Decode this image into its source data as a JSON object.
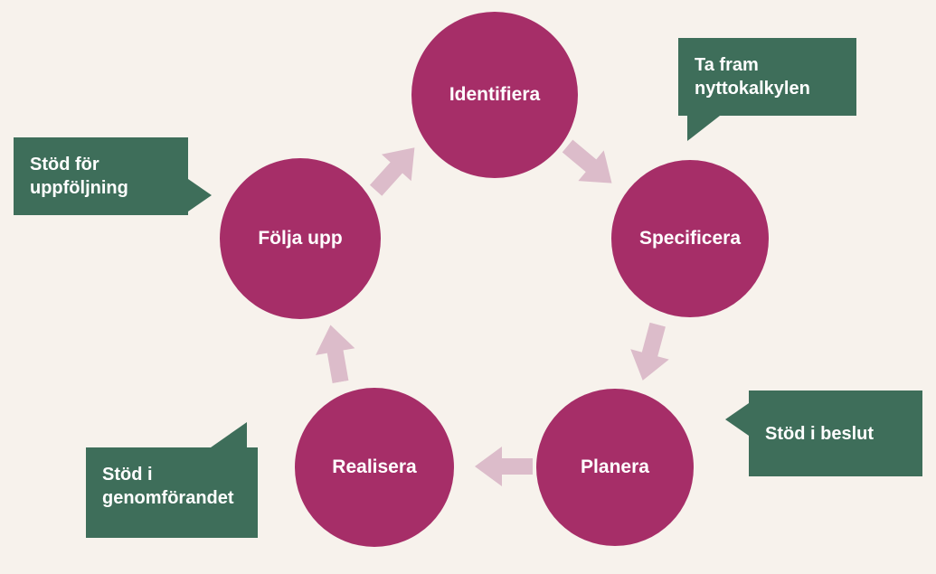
{
  "colors": {
    "background": "#f7f2ec",
    "circle": "#a62e68",
    "arrow": "#dcbcca",
    "callout_bg": "#3e6e5a",
    "text_light": "#ffffff"
  },
  "cycle": {
    "steps": [
      {
        "id": "identifiera",
        "label": "Identifiera"
      },
      {
        "id": "specificera",
        "label": "Specificera"
      },
      {
        "id": "planera",
        "label": "Planera"
      },
      {
        "id": "realisera",
        "label": "Realisera"
      },
      {
        "id": "folja-upp",
        "label": "Följa upp"
      }
    ]
  },
  "callouts": [
    {
      "id": "ta-fram-nyttokalkylen",
      "label": "Ta fram\nnyttokalkylen"
    },
    {
      "id": "stod-for-uppfoljning",
      "label": "Stöd för\nuppföljning"
    },
    {
      "id": "stod-i-beslut",
      "label": "Stöd i beslut"
    },
    {
      "id": "stod-i-genomforandet",
      "label": "Stöd i\ngenomförandet"
    }
  ]
}
